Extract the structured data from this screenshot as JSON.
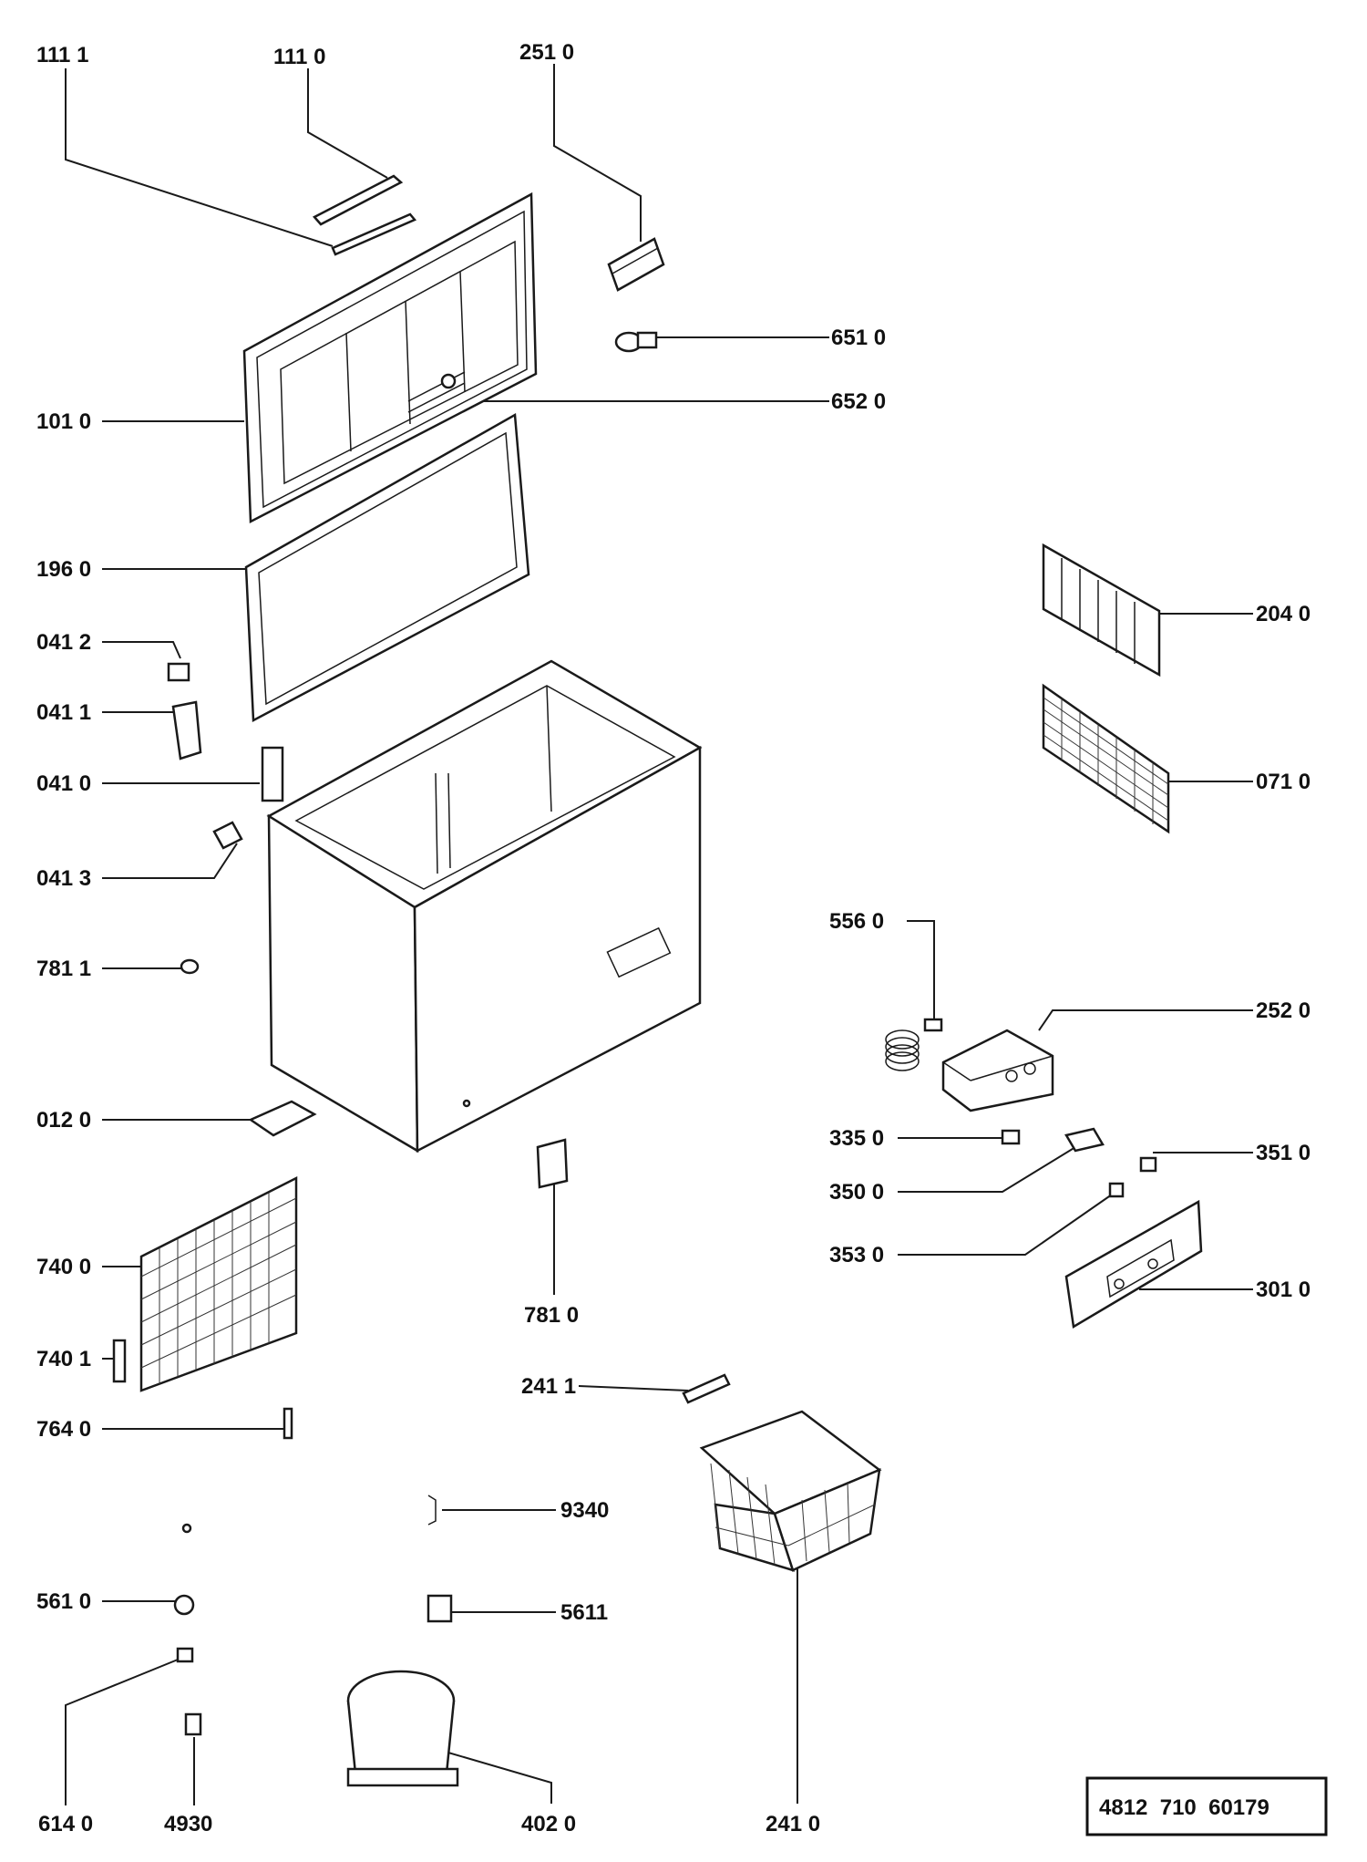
{
  "document_number": "4812  710  60179",
  "labels": {
    "l1111": "111 1",
    "l1110": "111 0",
    "l2510": "251 0",
    "l6510": "651 0",
    "l6520": "652 0",
    "l1010": "101 0",
    "l1960": "196 0",
    "l2040": "204 0",
    "l0412": "041 2",
    "l0411": "041 1",
    "l0410": "041 0",
    "l0710": "071 0",
    "l0413": "041 3",
    "l5560": "556 0",
    "l7811": "781 1",
    "l2520": "252 0",
    "l0120": "012 0",
    "l3350": "335 0",
    "l3510": "351 0",
    "l3500": "350 0",
    "l7400": "740 0",
    "l3530": "353 0",
    "l3010": "301 0",
    "l7810": "781 0",
    "l7401": "740 1",
    "l2411": "241 1",
    "l7640": "764 0",
    "l9340": "9340",
    "l5610": "561 0",
    "l5611": "5611",
    "l6140": "614 0",
    "l4930": "4930",
    "l4020": "402  0",
    "l2410": "241  0"
  }
}
